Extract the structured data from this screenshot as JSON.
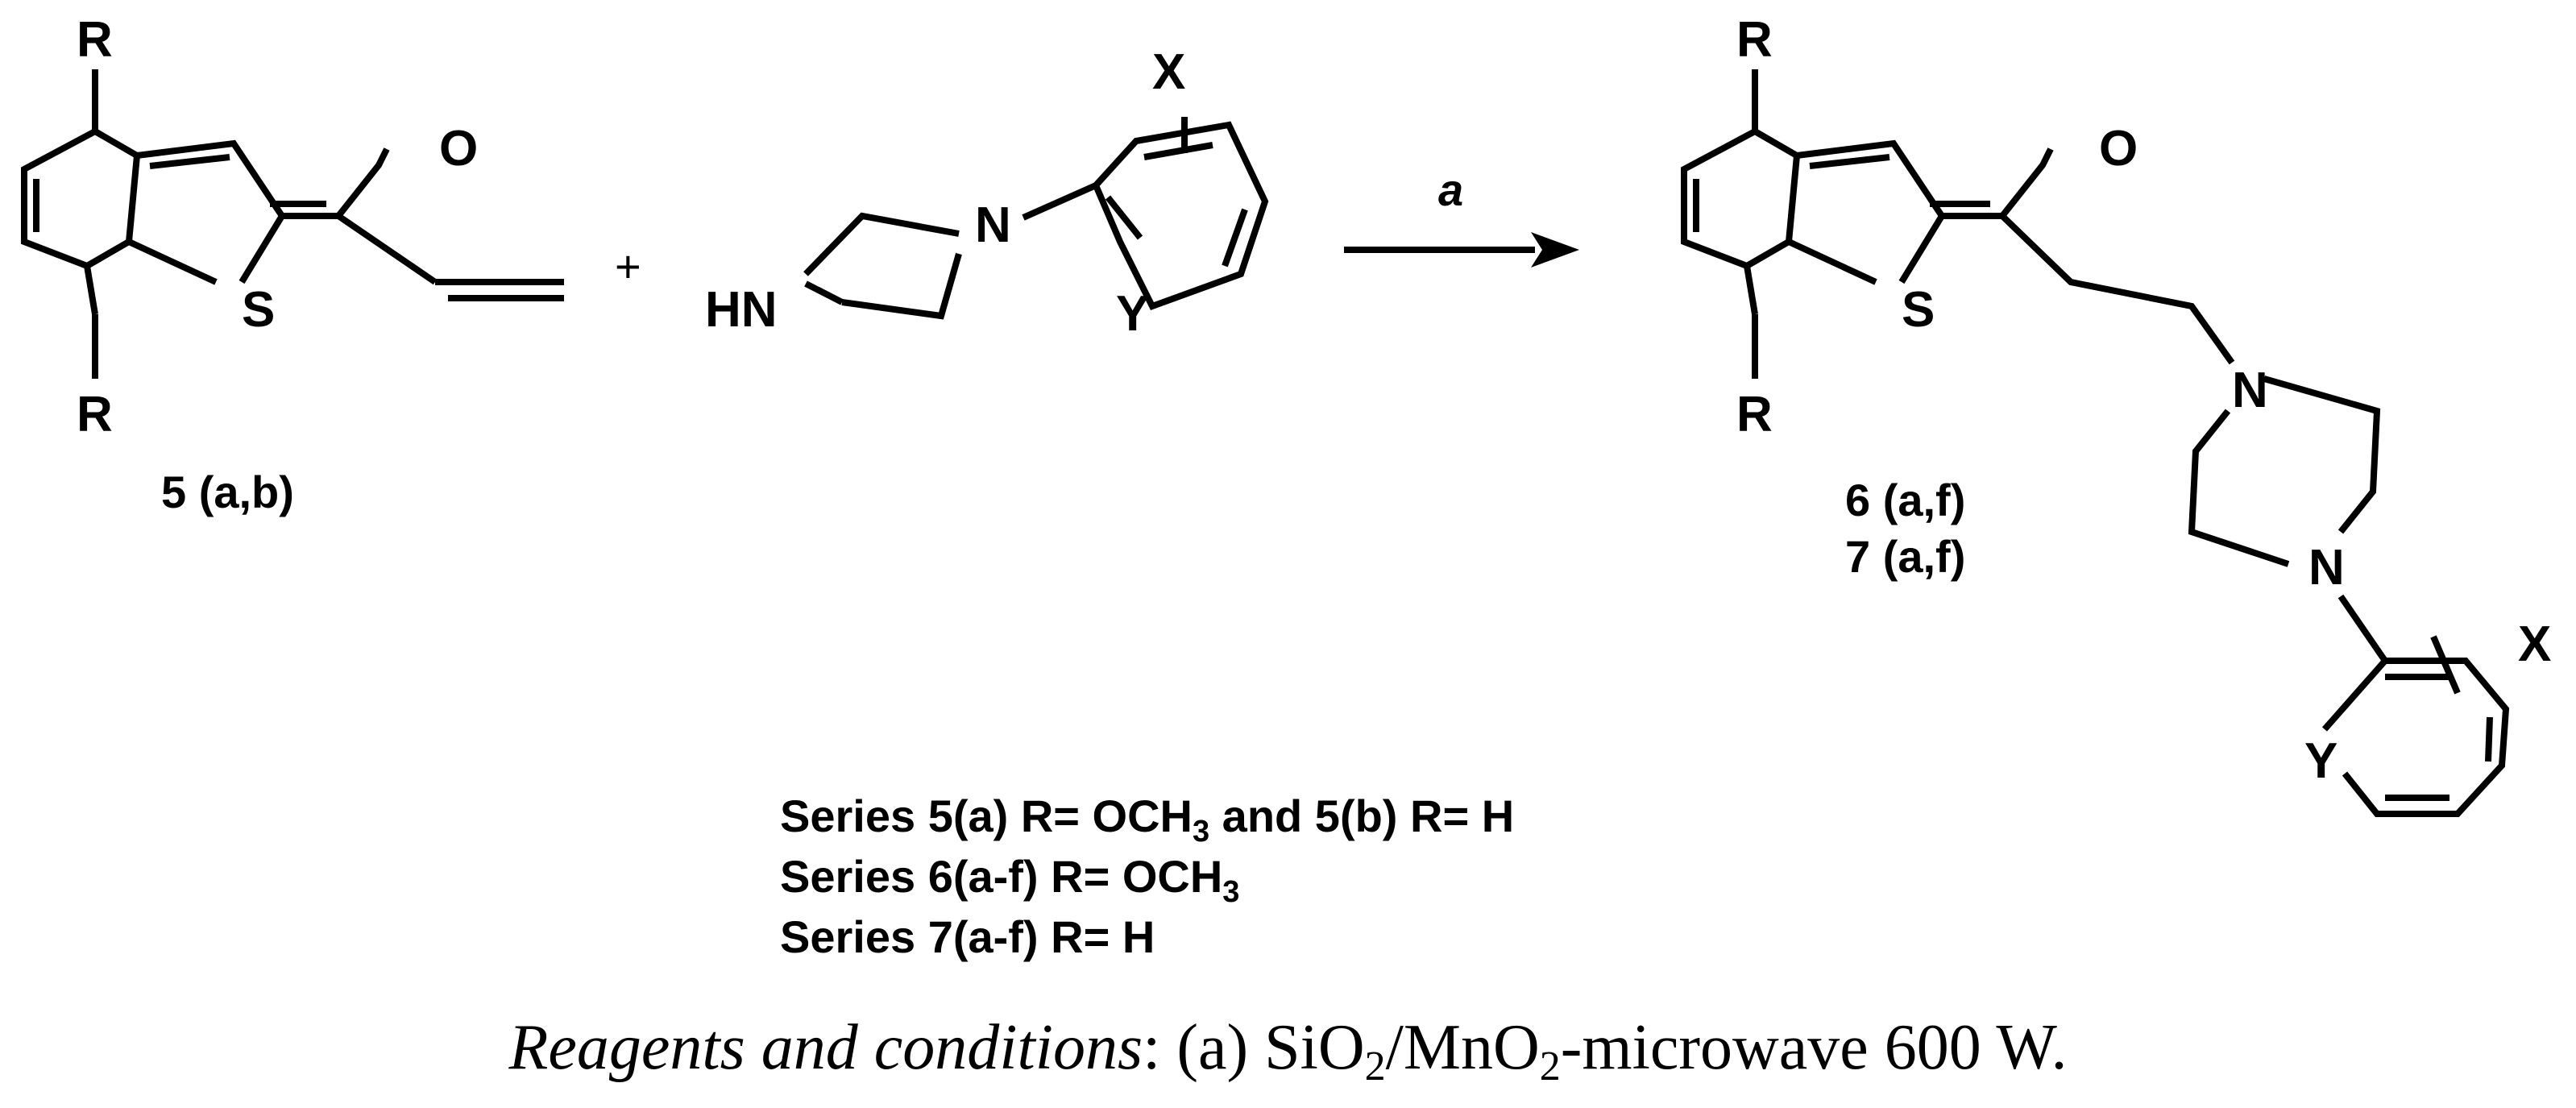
{
  "atoms": {
    "r": "R",
    "o": "O",
    "s": "S",
    "n": "N",
    "hn": "HN",
    "x": "X",
    "y": "Y"
  },
  "plus": "+",
  "arrow_label": "a",
  "compound_labels": {
    "reactant": "5 (a,b)",
    "product_6": "6 (a,f)",
    "product_7": "7 (a,f)"
  },
  "series": [
    {
      "pre": "Series 5(a) R= OCH",
      "sub": "3",
      "post": " and 5(b) R= H"
    },
    {
      "pre": "Series 6(a-f) R= OCH",
      "sub": "3",
      "post": ""
    },
    {
      "pre": "Series 7(a-f) R= H",
      "sub": "",
      "post": ""
    }
  ],
  "reagents": {
    "label": "Reagents and conditions",
    "colon": ": ",
    "pre": "(a) SiO",
    "sub1": "2",
    "mid": "/MnO",
    "sub2": "2",
    "post": "-microwave 600 W."
  }
}
